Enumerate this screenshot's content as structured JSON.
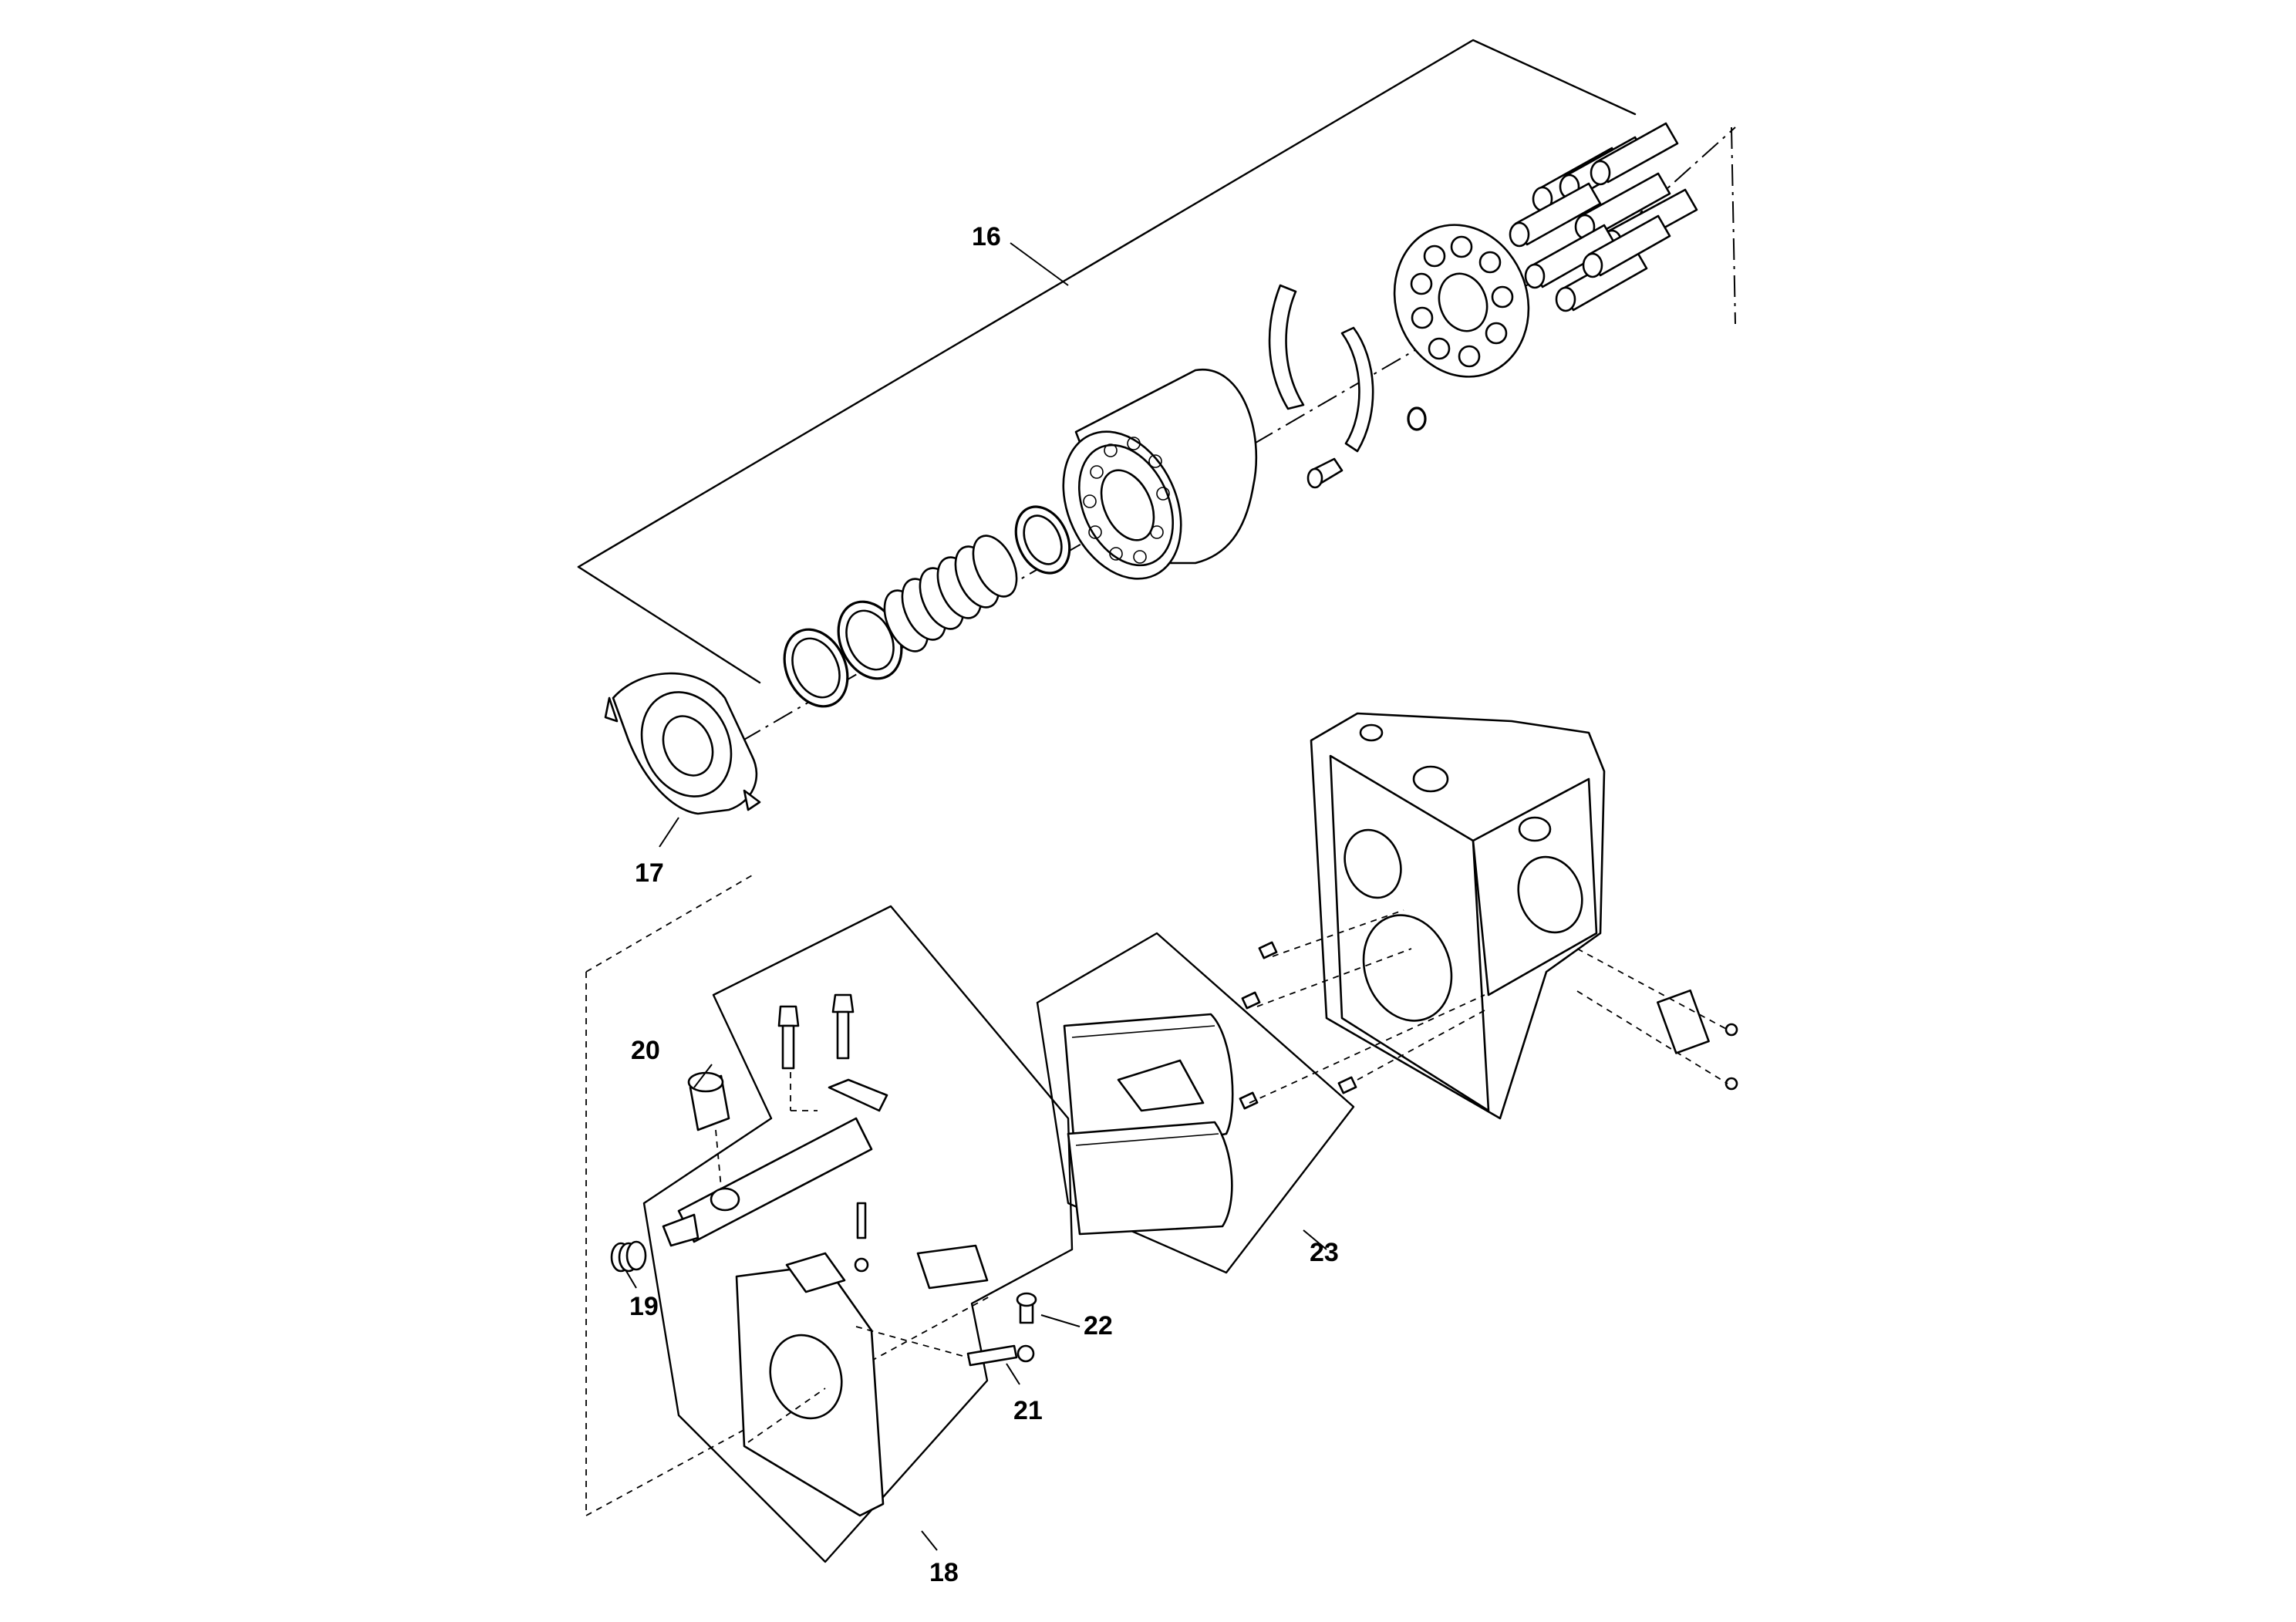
{
  "diagram": {
    "callouts": [
      {
        "id": "16",
        "label": "16"
      },
      {
        "id": "17",
        "label": "17"
      },
      {
        "id": "18",
        "label": "18"
      },
      {
        "id": "19",
        "label": "19"
      },
      {
        "id": "20",
        "label": "20"
      },
      {
        "id": "21",
        "label": "21"
      },
      {
        "id": "22",
        "label": "22"
      },
      {
        "id": "23",
        "label": "23"
      }
    ]
  }
}
